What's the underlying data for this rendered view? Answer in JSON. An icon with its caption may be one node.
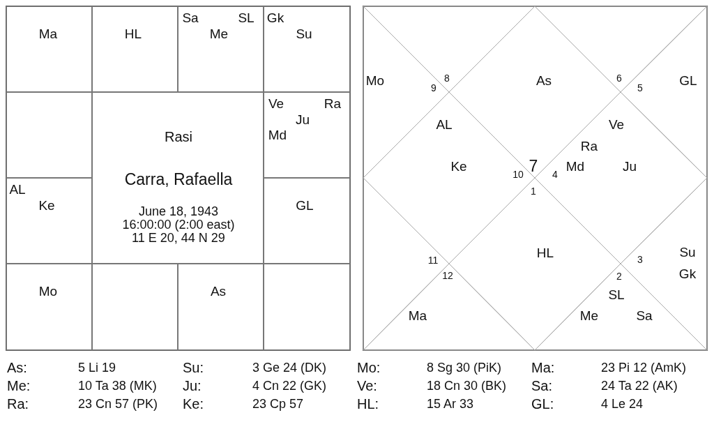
{
  "diagram": {
    "nodes": [
      {
        "text": [
          "Ma"
        ]
      },
      {
        "text": [
          "HL"
        ]
      },
      {
        "text": [
          "Sa",
          "SL",
          "Me"
        ]
      },
      {
        "text": [
          "Gk",
          "Su"
        ]
      },
      {
        "text": [],
        "shape": "box"
      },
      {
        "text": [
          "Rasi",
          "Carra, Rafaella",
          "June 18, 1943",
          "16:00:00 (2:00 east)",
          "11 E 20, 44 N 29"
        ]
      },
      {
        "text": [
          "Ve",
          "Ra",
          "Ju",
          "Md"
        ]
      },
      {
        "text": [
          "AL",
          "Ke"
        ]
      },
      {
        "text": [
          "GL"
        ]
      },
      {
        "text": [
          "Mo"
        ]
      },
      {
        "text": [],
        "shape": "box"
      },
      {
        "text": [
          "As"
        ]
      },
      {
        "text": [],
        "shape": "box"
      },
      {
        "text": [
          "As",
          "7"
        ]
      },
      {
        "text": [
          "8"
        ]
      },
      {
        "text": [
          "Mo",
          "9"
        ]
      },
      {
        "text": [
          "AL",
          "Ke",
          "10"
        ]
      },
      {
        "text": [
          "11"
        ]
      },
      {
        "text": [
          "12",
          "Ma"
        ]
      },
      {
        "text": [
          "1",
          "HL"
        ]
      },
      {
        "text": [
          "2",
          "SL",
          "Me",
          "Sa"
        ]
      },
      {
        "text": [
          "Su",
          "3",
          "Gk"
        ]
      },
      {
        "text": [
          "Ve",
          "Ra",
          "Md",
          "Ju",
          "4"
        ]
      },
      {
        "text": [
          "GL",
          "5"
        ]
      },
      {
        "text": [
          "6"
        ]
      }
    ],
    "labels": [
      "As:",
      "5 Li 19",
      "Su:",
      "3 Ge 24 (DK)",
      "Mo:",
      "8 Sg 30 (PiK)",
      "Ma:",
      "23 Pi 12 (AmK)",
      "Me:",
      "10 Ta 38 (MK)",
      "Ju:",
      "4 Cn 22 (GK)",
      "Ve:",
      "18 Cn 30 (BK)",
      "Sa:",
      "24 Ta 22 (AK)",
      "Ra:",
      "23 Cn 57 (PK)",
      "Ke:",
      "23 Cp 57",
      "HL:",
      "15 Ar 33",
      "GL:",
      "4 Le 24"
    ]
  }
}
